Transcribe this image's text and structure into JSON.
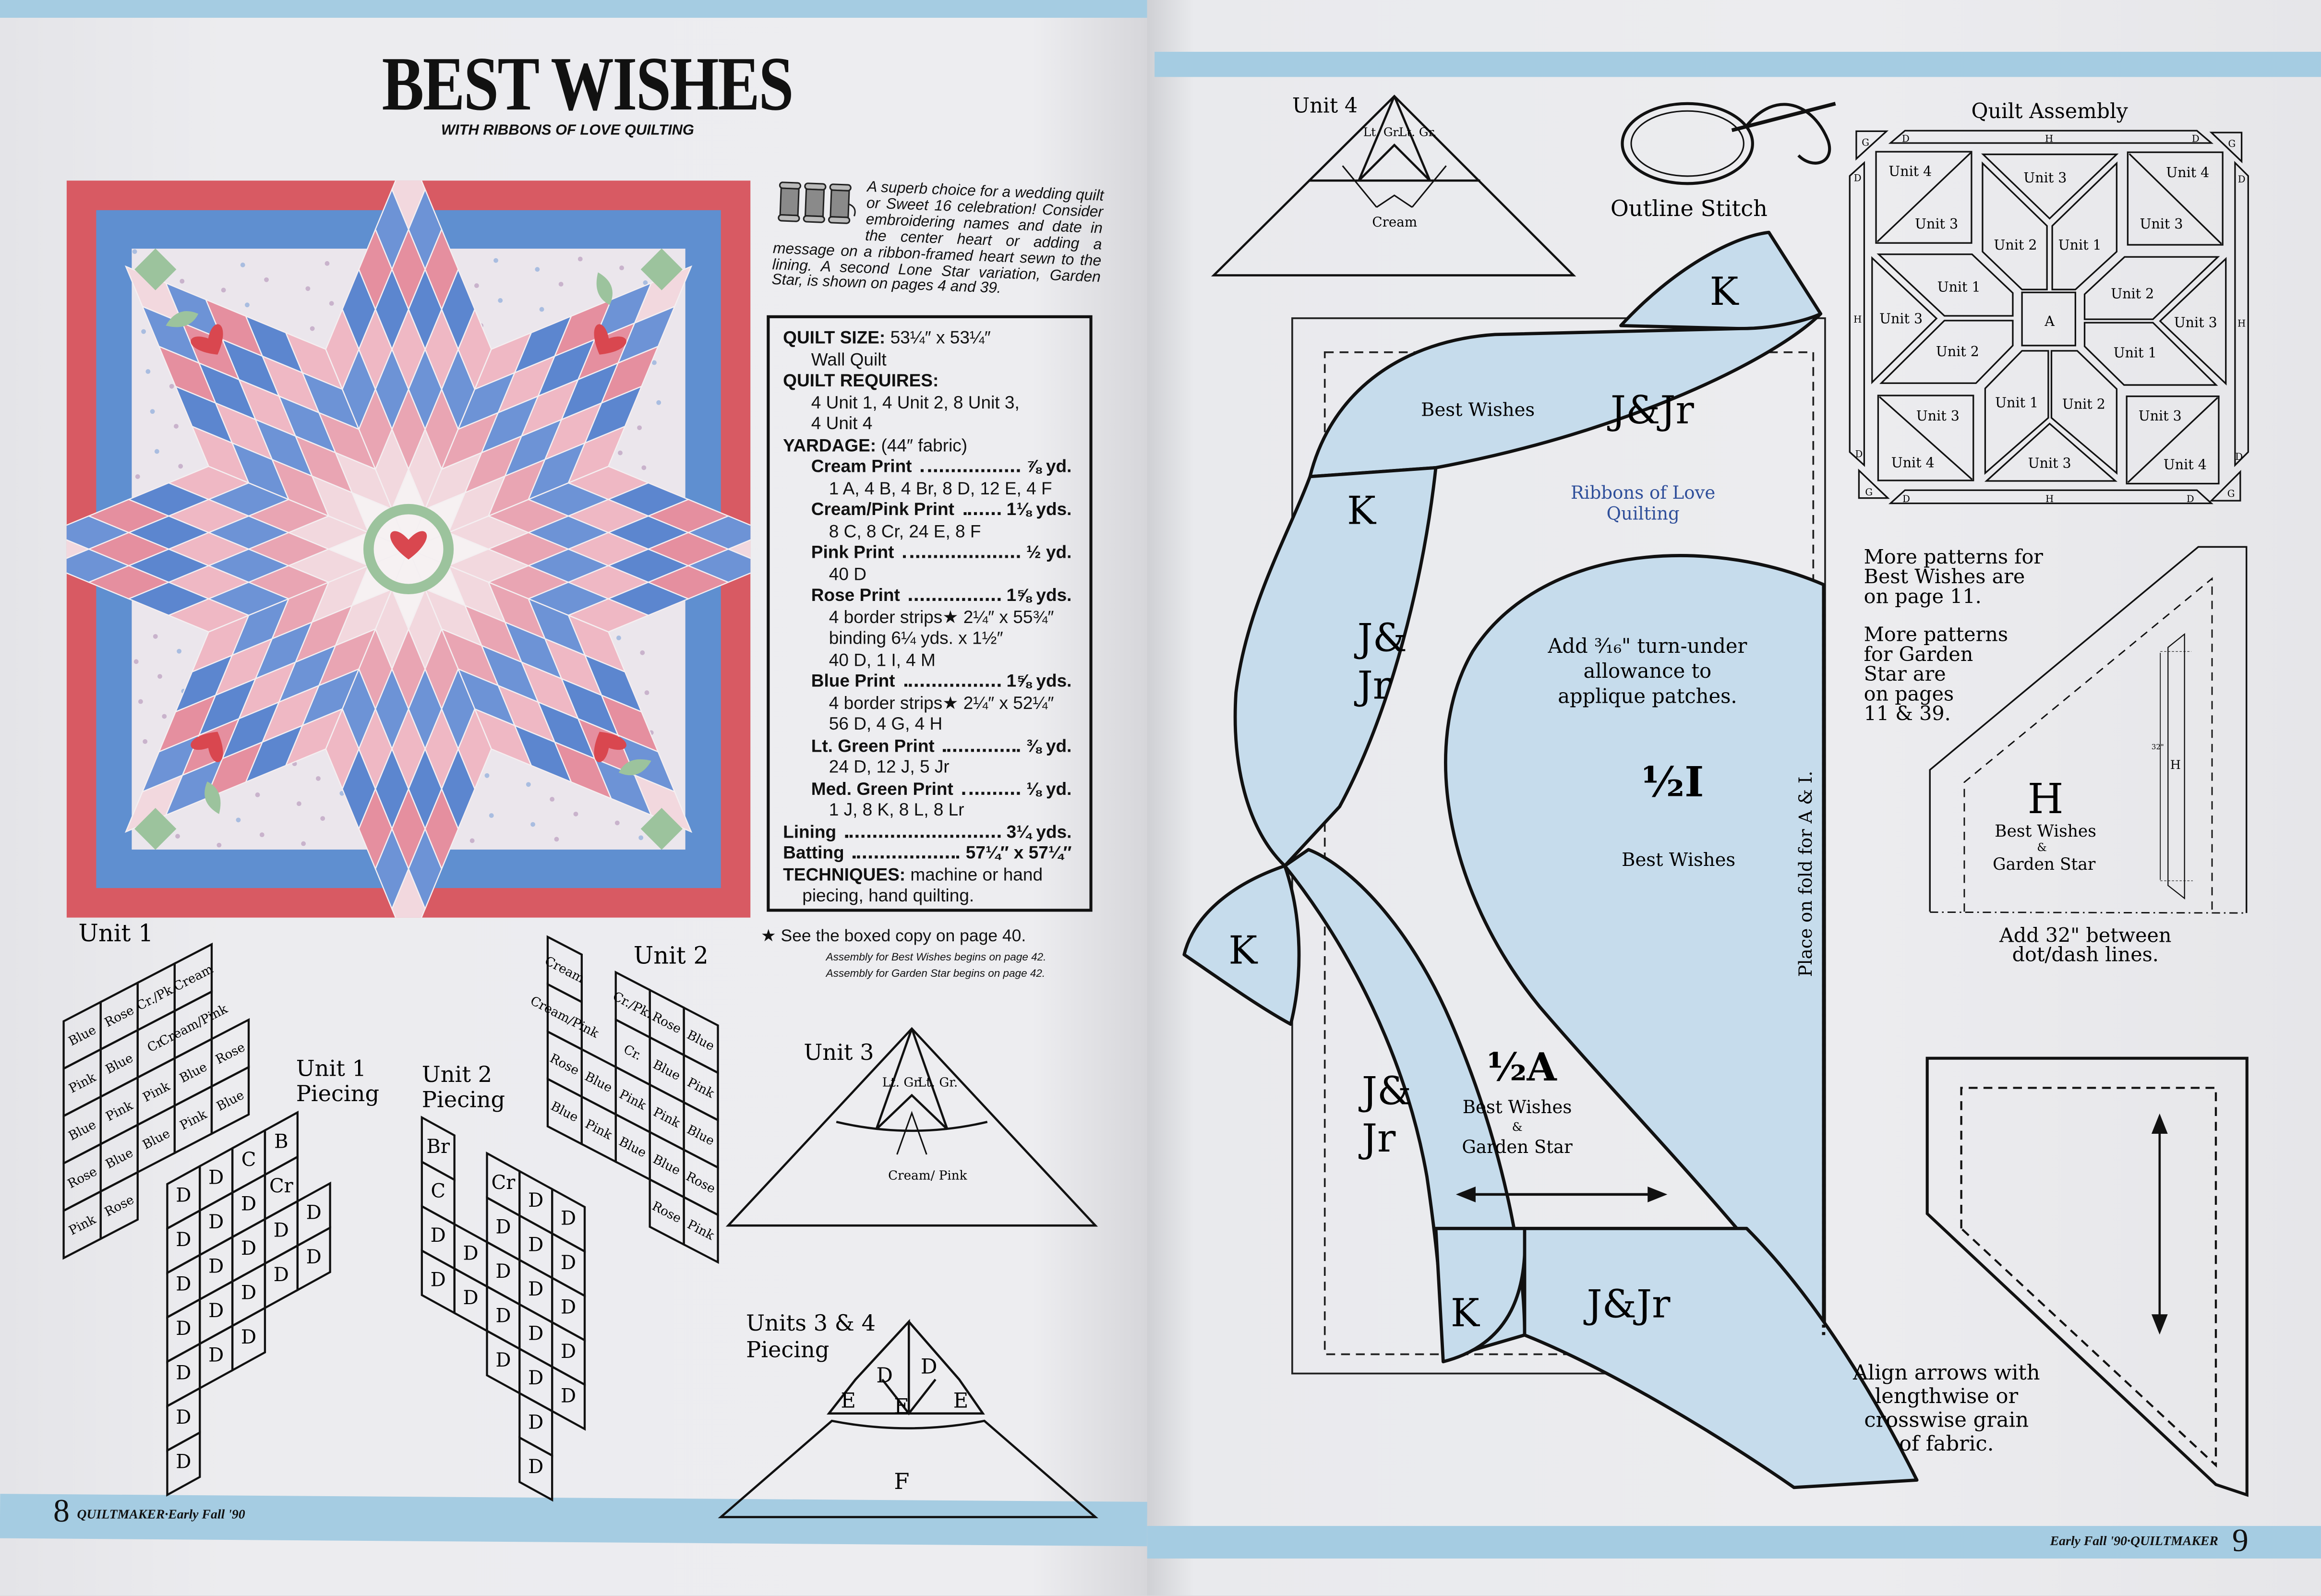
{
  "left_page": {
    "title": "BEST WISHES",
    "subtitle": "WITH RIBBONS OF LOVE QUILTING",
    "intro": "A superb choice for a wedding quilt or Sweet 16 celebration! Consider embroidering names and date in the center heart or adding a message on a ribbon-framed heart sewn to the lining. A second Lone Star variation, Garden Star, is shown on pages 4 and 39.",
    "quilt_colors": {
      "outer_border": "#d85a63",
      "inner_border": "#5f8fd0",
      "background": "#ebe6ec",
      "heart": "#d9474f",
      "leaf": "#9cc39d",
      "star_bands": [
        "#f6f1f2",
        "#f2d8de",
        "#e9a5b3",
        "#6d93d6",
        "#efb8c4",
        "#5c86cf",
        "#e58f9f",
        "#6d93d6",
        "#f2d8de"
      ]
    },
    "specs": {
      "quilt_size_label": "QUILT SIZE:",
      "quilt_size": "53¼″ x 53¼″",
      "quilt_type": "Wall Quilt",
      "requires_label": "QUILT REQUIRES:",
      "requires": [
        "4 Unit 1, 4 Unit 2, 8 Unit 3,",
        "4 Unit 4"
      ],
      "yardage_label": "YARDAGE:",
      "yardage_note": "(44″ fabric)",
      "fabrics": [
        {
          "name": "Cream Print",
          "amount": "⅞ yd.",
          "cuts": [
            "1 A, 4 B, 4 Br, 8 D, 12 E, 4 F"
          ]
        },
        {
          "name": "Cream/Pink Print",
          "amount": "1⅛ yds.",
          "cuts": [
            "8 C, 8 Cr, 24 E, 8 F"
          ]
        },
        {
          "name": "Pink Print",
          "amount": "½ yd.",
          "cuts": [
            "40 D"
          ]
        },
        {
          "name": "Rose Print",
          "amount": "1⅝ yds.",
          "cuts": [
            "4 border strips★ 2¼″ x 55¾″",
            "binding 6¼ yds. x 1½″",
            "40 D, 1 I, 4 M"
          ]
        },
        {
          "name": "Blue Print",
          "amount": "1⅝ yds.",
          "cuts": [
            "4 border strips★ 2¼″ x 52¼″",
            "56 D, 4 G, 4 H"
          ]
        },
        {
          "name": "Lt. Green Print",
          "amount": "⅜ yd.",
          "cuts": [
            "24 D, 12 J, 5 Jr"
          ]
        },
        {
          "name": "Med. Green Print",
          "amount": "⅛ yd.",
          "cuts": [
            "1 J, 8 K, 8 L, 8 Lr"
          ]
        }
      ],
      "lining": {
        "name": "Lining",
        "amount": "3¼ yds."
      },
      "batting": {
        "name": "Batting",
        "amount": "57¼″ x 57¼″"
      },
      "techniques_label": "TECHNIQUES:",
      "techniques": [
        "machine or hand",
        "piecing, hand quilting."
      ]
    },
    "footnote": "★ See the boxed copy on page 40.",
    "assembly_notes": [
      "Assembly for Best Wishes begins on page 42.",
      "Assembly for Garden Star begins on page 42."
    ],
    "unit1": {
      "title": "Unit 1",
      "columns": [
        [
          "Blue",
          "Pink",
          "Blue",
          "Rose",
          "Pink"
        ],
        [
          "Rose",
          "Blue",
          "Pink",
          "Blue",
          "Rose"
        ],
        [
          "Cr./Pk.",
          "Cr.",
          "Pink",
          "Blue"
        ],
        [
          "Cream",
          "Cream/Pink",
          "Blue",
          "Pink"
        ],
        [
          "",
          "",
          "Rose",
          "Blue"
        ]
      ]
    },
    "unit1_piecing": {
      "title": [
        "Unit 1",
        "Piecing"
      ],
      "columns": [
        [
          "D",
          "D",
          "D",
          "D",
          "D",
          "D",
          "D"
        ],
        [
          "D",
          "D",
          "D",
          "D",
          "D"
        ],
        [
          "C",
          "D",
          "D",
          "D",
          "D"
        ],
        [
          "B",
          "Cr",
          "D",
          "D"
        ],
        [
          "",
          "",
          "D",
          "D"
        ]
      ]
    },
    "unit2": {
      "title": "Unit 2",
      "columns": [
        [
          "Cream",
          "Cream/Pink",
          "Rose",
          "Blue"
        ],
        [
          "",
          "",
          "Blue",
          "Pink"
        ],
        [
          "Cr./Pk.",
          "Cr.",
          "Pink",
          "Blue"
        ],
        [
          "Rose",
          "Blue",
          "Pink",
          "Blue",
          "Rose"
        ],
        [
          "Blue",
          "Pink",
          "Blue",
          "Rose",
          "Pink"
        ]
      ]
    },
    "unit2_piecing": {
      "title": [
        "Unit 2",
        "Piecing"
      ],
      "columns": [
        [
          "Br",
          "C",
          "D",
          "D"
        ],
        [
          "",
          "",
          "D",
          "D"
        ],
        [
          "Cr",
          "D",
          "D",
          "D",
          "D"
        ],
        [
          "D",
          "D",
          "D",
          "D",
          "D",
          "D",
          "D"
        ],
        [
          "D",
          "D",
          "D",
          "D",
          "D"
        ]
      ]
    },
    "unit3": {
      "title": "Unit 3",
      "left": "Lt. Gr.",
      "right": "Lt. Gr.",
      "bottom": "Cream/ Pink"
    },
    "units34_piecing": {
      "title": [
        "Units 3 & 4",
        "Piecing"
      ],
      "pieces": [
        "E",
        "D",
        "E",
        "D",
        "E",
        "F"
      ]
    },
    "footer": {
      "page_number": "8",
      "text": "QUILTMAKER·Early Fall '90"
    }
  },
  "right_page": {
    "unit4": {
      "title": "Unit 4",
      "left": "Lt. Gr.",
      "right": "Lt. Gr.",
      "bottom": "Cream"
    },
    "outline_stitch": "Outline Stitch",
    "ribbon_pattern": {
      "k_label": "K",
      "jjr_label": "J&Jr",
      "jjr_split": [
        "J&",
        "Jr"
      ],
      "best_wishes": "Best Wishes",
      "quilting_note": [
        "Ribbons of Love",
        "Quilting"
      ],
      "quilting_note_color": "#2f4f9a",
      "applique_note": [
        "Add ³⁄₁₆\" turn-under",
        "allowance to",
        "applique patches."
      ],
      "half_i": "½I",
      "half_i_name": "Best Wishes",
      "fold_note": "Place on fold for A & I.",
      "half_a": "½A",
      "half_a_names": [
        "Best Wishes",
        "&",
        "Garden Star"
      ],
      "fill_color": "#c6dcec"
    },
    "quilt_assembly": {
      "title": "Quilt Assembly",
      "center": "A",
      "border": "H",
      "corner": "G",
      "triangle": "D",
      "units": {
        "u1": "Unit 1",
        "u2": "Unit 2",
        "u3": "Unit 3",
        "u4": "Unit 4"
      }
    },
    "more_patterns": [
      [
        "More patterns for",
        "Best Wishes are",
        "on page 11."
      ],
      [
        "More patterns",
        "for Garden",
        "Star are",
        "on pages",
        "11 & 39."
      ]
    ],
    "h_pattern": {
      "letter": "H",
      "names": [
        "Best Wishes",
        "&",
        "Garden Star"
      ],
      "measure": "32\"",
      "strip_label": "H",
      "note": [
        "Add 32\" between",
        "dot/dash lines."
      ]
    },
    "grain_note": [
      "Align arrows with",
      "lengthwise or",
      "crosswise grain",
      "of fabric."
    ],
    "footer": {
      "page_number": "9",
      "text": "Early Fall '90·QUILTMAKER"
    }
  }
}
